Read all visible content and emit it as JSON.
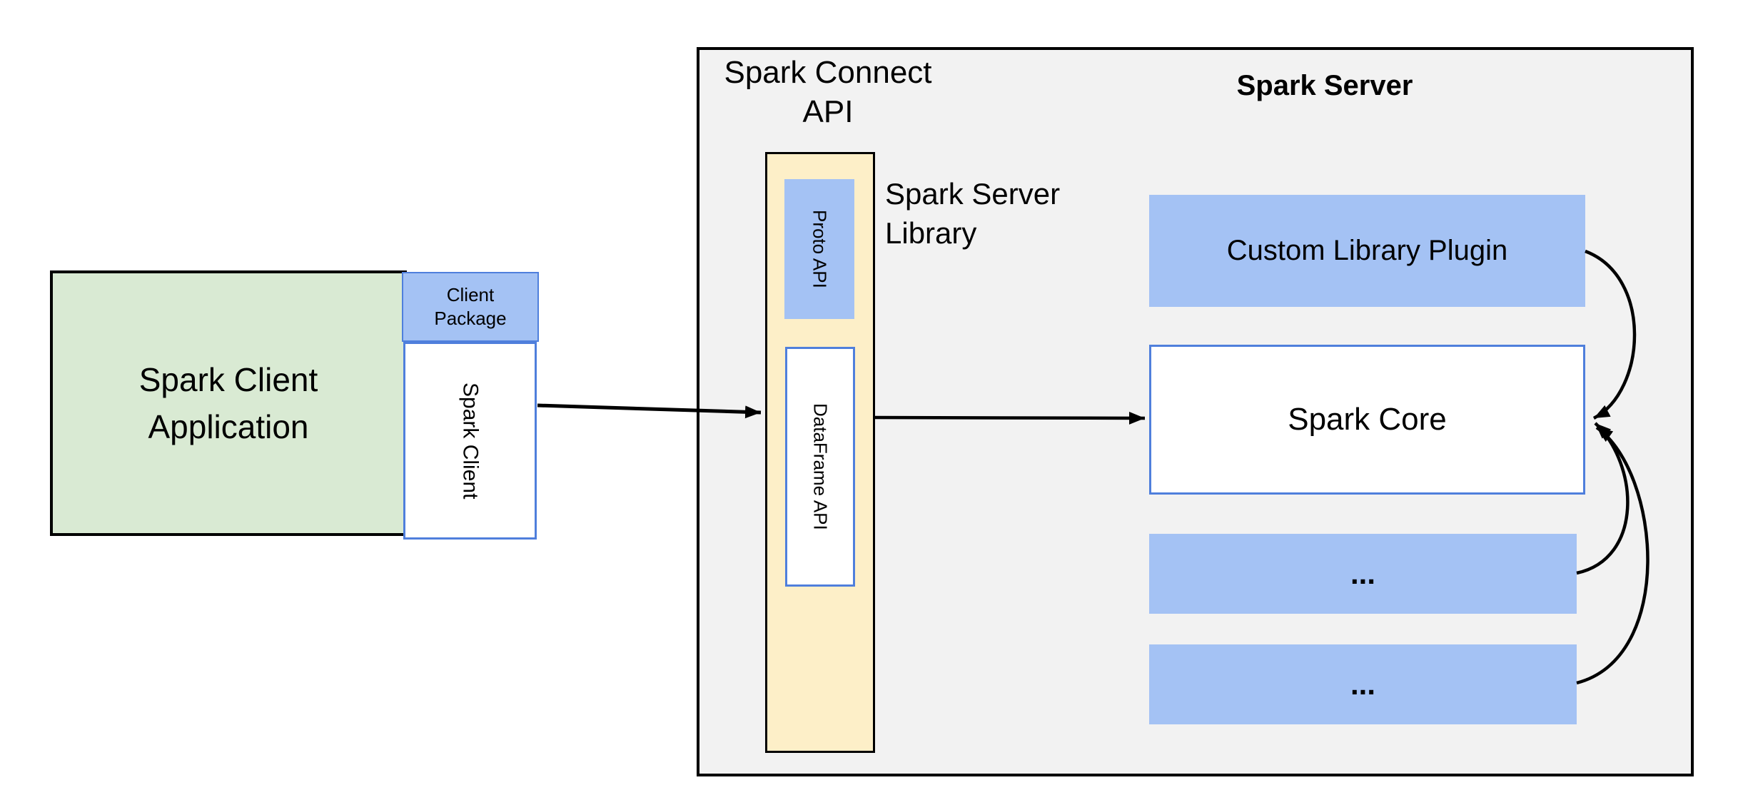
{
  "client": {
    "app_label_line1": "Spark Client",
    "app_label_line2": "Application",
    "package_label_line1": "Client",
    "package_label_line2": "Package",
    "spark_client_label": "Spark Client"
  },
  "connect": {
    "api_label_line1": "Spark Connect",
    "api_label_line2": "API",
    "proto_api_label": "Proto API",
    "dataframe_api_label": "DataFrame API",
    "server_library_label_line1": "Spark Server",
    "server_library_label_line2": "Library"
  },
  "server": {
    "title": "Spark Server",
    "custom_plugin_label": "Custom Library Plugin",
    "spark_core_label": "Spark Core",
    "ext_box_1_label": "...",
    "ext_box_2_label": "..."
  },
  "colors": {
    "blue_fill": "#a4c2f4",
    "blue_border": "#4f7fdc",
    "green_fill": "#d9ead3",
    "cream_fill": "#fdefc8",
    "gray_fill": "#f2f2f2",
    "line_color": "#000000",
    "background": "#ffffff"
  }
}
